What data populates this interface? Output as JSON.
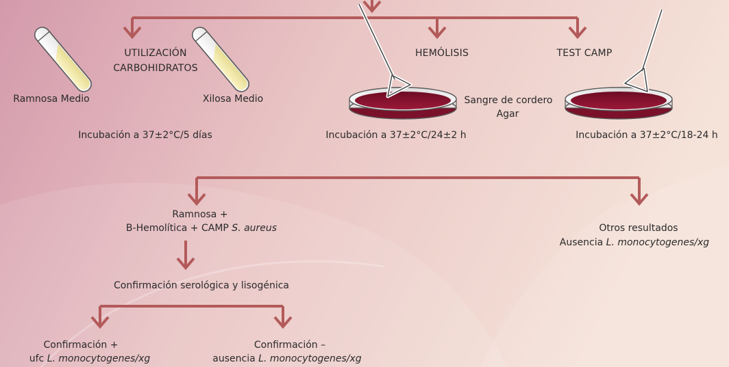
{
  "colors": {
    "arrow": "#b35a5a",
    "dish_agar": "#8a1430",
    "tube_fill": "#f3ecb2",
    "bg_left": "#d9a2b2",
    "bg_right": "#f4e0d6"
  },
  "tests": {
    "carb_heading_1": "UTILIZACIÓN",
    "carb_heading_2": "CARBOHIDRATOS",
    "tube_left_label": "Ramnosa Medio",
    "tube_right_label": "Xilosa Medio",
    "carb_incubation": "Incubación a 37±2°C/5 días",
    "hemolysis_heading": "HEMÓLISIS",
    "agar_label_1": "Sangre de cordero",
    "agar_label_2": "Agar",
    "hemolysis_incubation": "Incubación a 37±2°C/24±2 h",
    "camp_heading": "TEST CAMP",
    "camp_incubation": "Incubación a 37±2°C/18-24 h"
  },
  "results": {
    "positive_line_1": "Ramnosa +",
    "positive_line_2_prefix": "B-Hemolítica + CAMP ",
    "positive_line_2_species": "S. aureus",
    "other_line_1": "Otros resultados",
    "other_line_2_prefix": "Ausencia ",
    "other_line_2_species": "L. monocytogenes/xg"
  },
  "confirmation": {
    "step_label": "Confirmación serológica y lisogénica",
    "positive_line_1": "Confirmación +",
    "positive_line_2_prefix": "ufc ",
    "positive_line_2_species": "L. monocytogenes/xg",
    "negative_line_1": "Confirmación –",
    "negative_line_2_prefix": "ausencia ",
    "negative_line_2_species": "L. monocytogenes/xg"
  }
}
